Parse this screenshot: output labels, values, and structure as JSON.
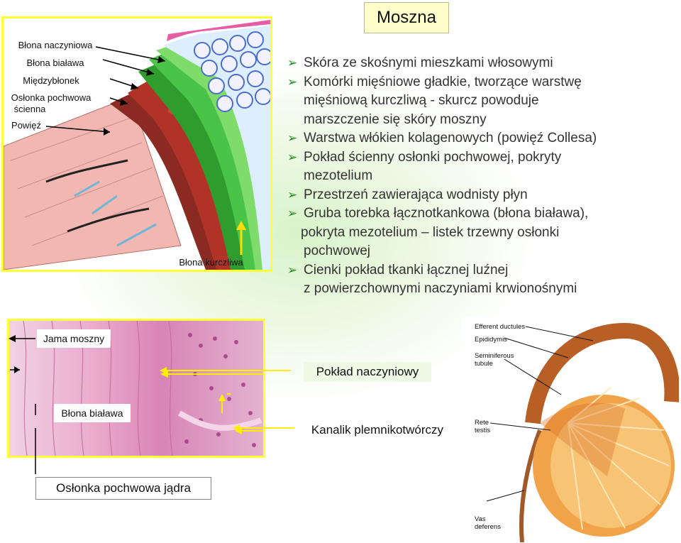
{
  "title": "Moszna",
  "figure1": {
    "labels": {
      "blona_naczyniowa": "Błona naczyniowa",
      "blona_bialawa": "Błona biaława",
      "miedzyblonek": "Międzybłonek",
      "oslonka_line1": "Osłonka pochwowa",
      "oslonka_line2": "ścienna",
      "powiez": "Powięź",
      "blona_kurczliwa": "Błona kurczliwa"
    }
  },
  "bullets": [
    "Skóra ze skośnymi mieszkami włosowymi",
    "Komórki mięśniowe gładkie, tworzące warstwę",
    "mięśniową kurczliwą -  skurcz powoduje",
    "marszczenie się skóry moszny",
    "Warstwa włókien kolagenowych (powięź Collesa)",
    "Pokład ścienny osłonki pochwowej, pokryty",
    "mezotelium",
    "Przestrzeń zawierająca wodnisty płyn",
    "Gruba torebka łącznotkankowa (błona biaława),",
    "pokryta mezotelium – listek trzewny osłonki",
    "pochwowej",
    "Cienki pokład tkanki łącznej luźnej",
    "z powierzchownymi naczyniami krwionośnymi"
  ],
  "histology": {
    "jama_moszny": "Jama moszny",
    "blona_bialawa": "Błona biaława",
    "poklad_naczyniowy": "Pokład naczyniowy",
    "kanalik": "Kanalik plemnikotwórczy",
    "oslonka_pochwowa_jadra": "Osłonka pochwowa jądra"
  },
  "testis": {
    "efferent": "Efferent ductules",
    "epididymis": "Epididymis",
    "seminiferous_1": "Seminiferous",
    "seminiferous_2": "tubule",
    "rete_1": "Rete",
    "rete_2": "testis",
    "vas_1": "Vas",
    "vas_2": "deferens"
  },
  "colors": {
    "panel_border": "#ffff33",
    "title_bg": "#ffffcc",
    "bullet_arrow": "#1d8a1d"
  }
}
